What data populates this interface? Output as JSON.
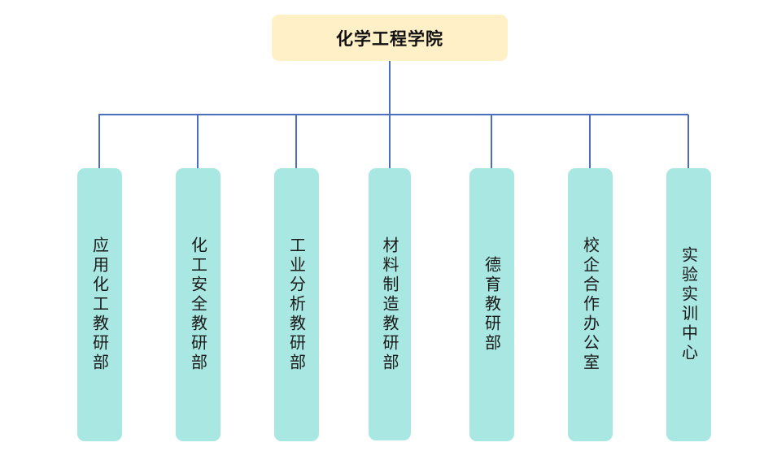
{
  "root": {
    "label": "化学工程学院"
  },
  "departments": [
    {
      "label": "应用化工教研部"
    },
    {
      "label": "化工安全教研部"
    },
    {
      "label": "工业分析教研部"
    },
    {
      "label": "材料制造教研部"
    },
    {
      "label": "德育教研部"
    },
    {
      "label": "校企合作办公室"
    },
    {
      "label": "实验实训中心"
    }
  ],
  "colors": {
    "root_fill": "#fff0c8",
    "dept_fill": "#a9e8e2",
    "connector": "#4a6fbf"
  }
}
